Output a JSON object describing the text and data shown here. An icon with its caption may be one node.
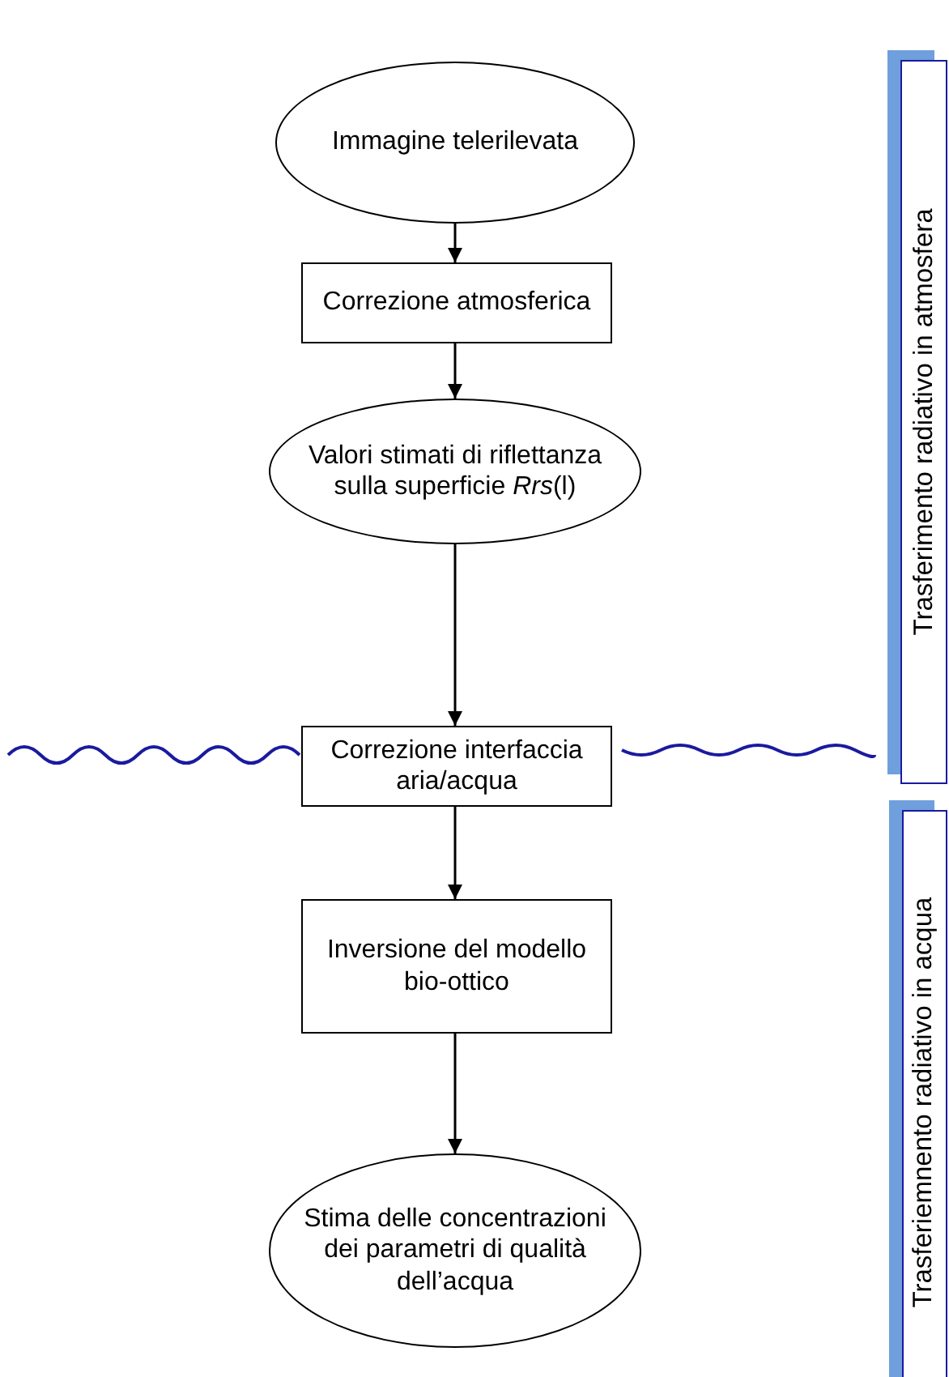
{
  "diagram": {
    "nodes": [
      {
        "text": [
          "Immagine telerilevata"
        ]
      },
      {
        "text": [
          "Correzione atmosferica"
        ]
      },
      {
        "text": [
          "Valori stimati di riflettanza sulla superficie *Rrs*(l)"
        ]
      },
      {
        "text": [
          "Correzione interfaccia aria/acqua"
        ]
      },
      {
        "text": [
          "Inversione del modello bio-ottico"
        ]
      },
      {
        "text": [
          "Stima delle concentrazioni dei parametri di qualità dell’acqua"
        ]
      },
      {
        "text": [
          "Trasferimento radiativo in atmosfera"
        ]
      },
      {
        "text": [
          "Trasferiemnento radiativo in acqua"
        ]
      }
    ],
    "edges": [
      {
        "from": 0,
        "to": 1,
        "arrow": "to"
      },
      {
        "from": 1,
        "to": 2,
        "arrow": "to"
      },
      {
        "from": 2,
        "to": 3,
        "arrow": "to"
      },
      {
        "from": 3,
        "to": 4,
        "arrow": "to"
      },
      {
        "from": 4,
        "to": 5,
        "arrow": "to"
      }
    ]
  }
}
